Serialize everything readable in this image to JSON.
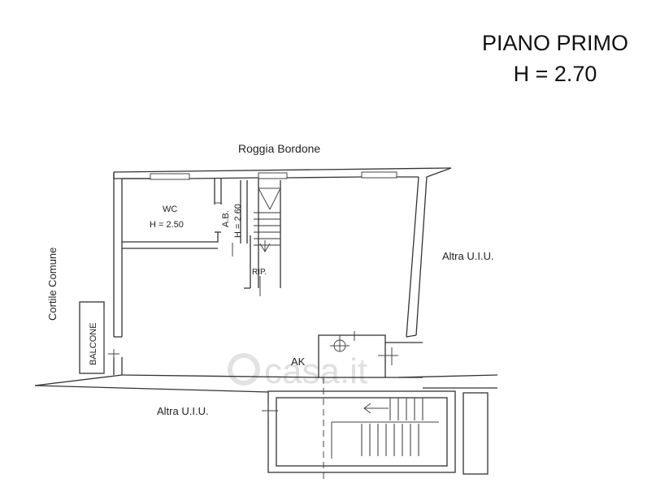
{
  "header": {
    "line1": "PIANO PRIMO",
    "line2": "H = 2.70"
  },
  "labels": {
    "top_boundary": "Roggia Bordone",
    "left_boundary": "Cortile Comune",
    "right_neighbor": "Altra U.I.U.",
    "bottom_neighbor": "Altra U.I.U.",
    "wc": "WC",
    "wc_height": "H = 2.50",
    "closet": "A.B.",
    "closet_height": "H = 2.60",
    "storage": "RIP.",
    "balcony": "BALCONE",
    "kitchen": "AK"
  },
  "watermark": "casa.it"
}
